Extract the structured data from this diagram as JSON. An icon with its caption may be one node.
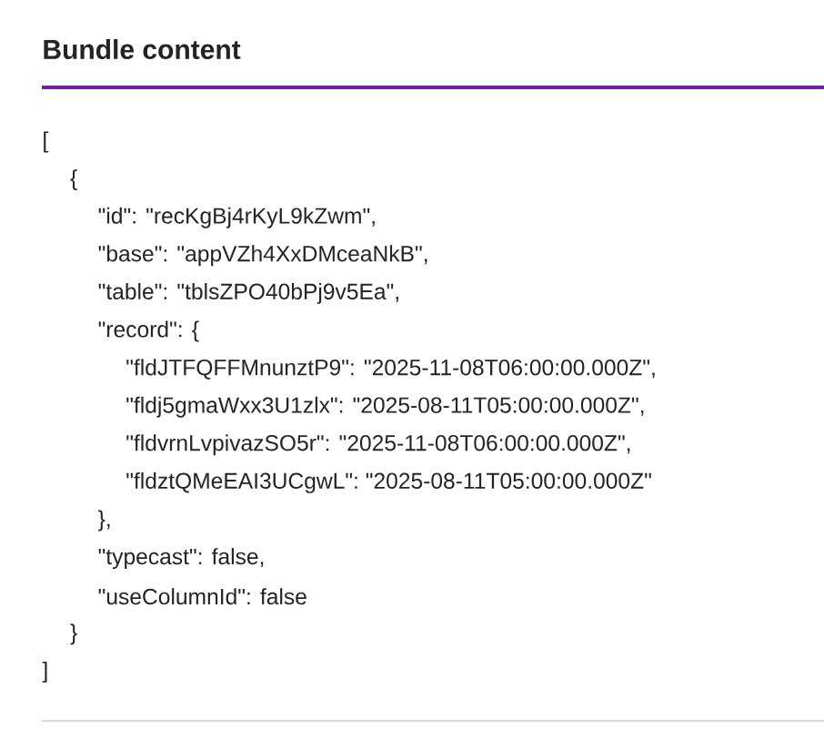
{
  "diagram": {
    "title": "Bundle content",
    "labels": [
      "[",
      "{",
      "\"id\": \"recKgBj4rKyL9kZwm\",",
      "\"base\": \"appVZh4XxDMceaNkB\",",
      "\"table\": \"tblsZPO40bPj9v5Ea\",",
      "\"record\": {",
      "\"fldJTFQFFMnunztP9\": \"2025-11-08T06:00:00.000Z\",",
      "\"fldj5gmaWxx3U1zlx\": \"2025-08-11T05:00:00.000Z\",",
      "\"fldvrnLvpivazSO5r\": \"2025-11-08T06:00:00.000Z\",",
      "\"fldztQMeEAI3UCgwL\": \"2025-08-11T05:00:00.000Z\"",
      "},",
      "\"typecast\": false,",
      "\"useColumnId\": false",
      "}",
      "]"
    ]
  }
}
